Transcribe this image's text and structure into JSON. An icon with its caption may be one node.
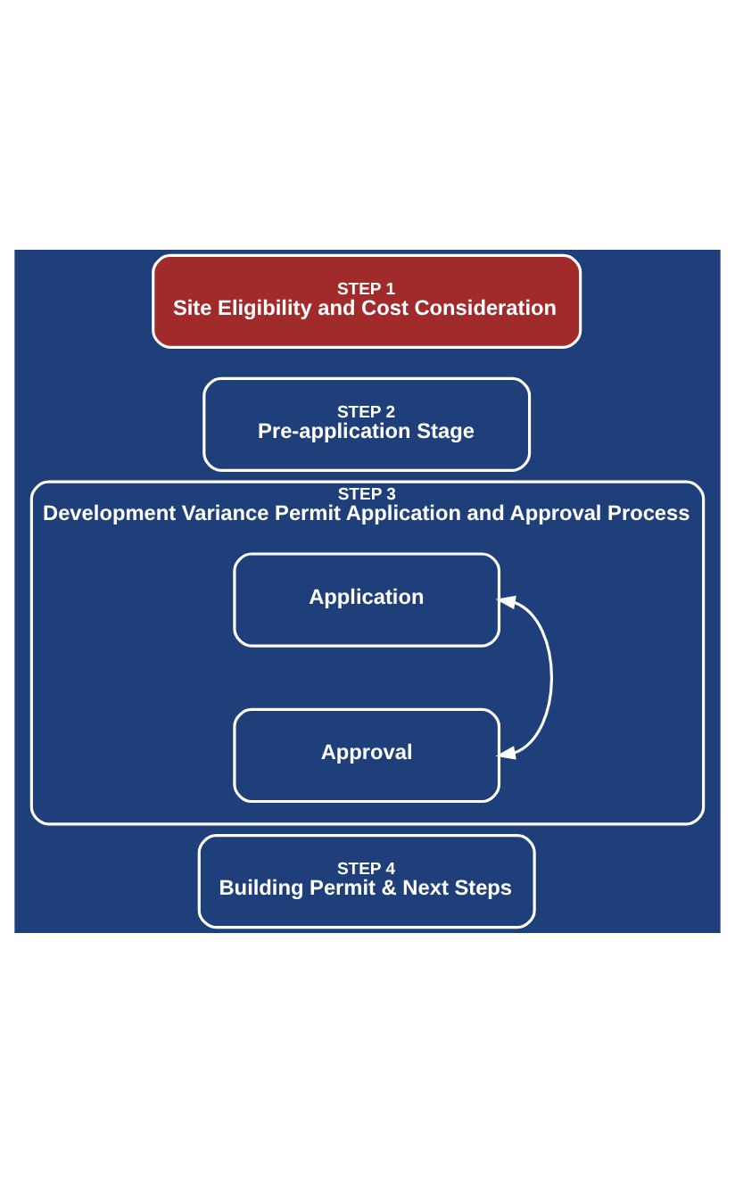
{
  "diagram": {
    "nodes": [
      {
        "text": [
          "STEP 1",
          "Site Eligibility and Cost Consideration"
        ]
      },
      {
        "text": [
          "STEP 2",
          "Pre-application Stage"
        ]
      },
      {
        "text": [
          "STEP 3",
          "Development Variance Permit Application and Approval Process"
        ]
      },
      {
        "text": [
          "Application"
        ],
        "in": 2
      },
      {
        "text": [
          "Approval"
        ],
        "in": 2
      },
      {
        "text": [
          "STEP 4",
          "Building Permit & Next Steps"
        ]
      }
    ],
    "edges": [
      {
        "from": 3,
        "to": 4,
        "arrow": "both"
      }
    ]
  }
}
